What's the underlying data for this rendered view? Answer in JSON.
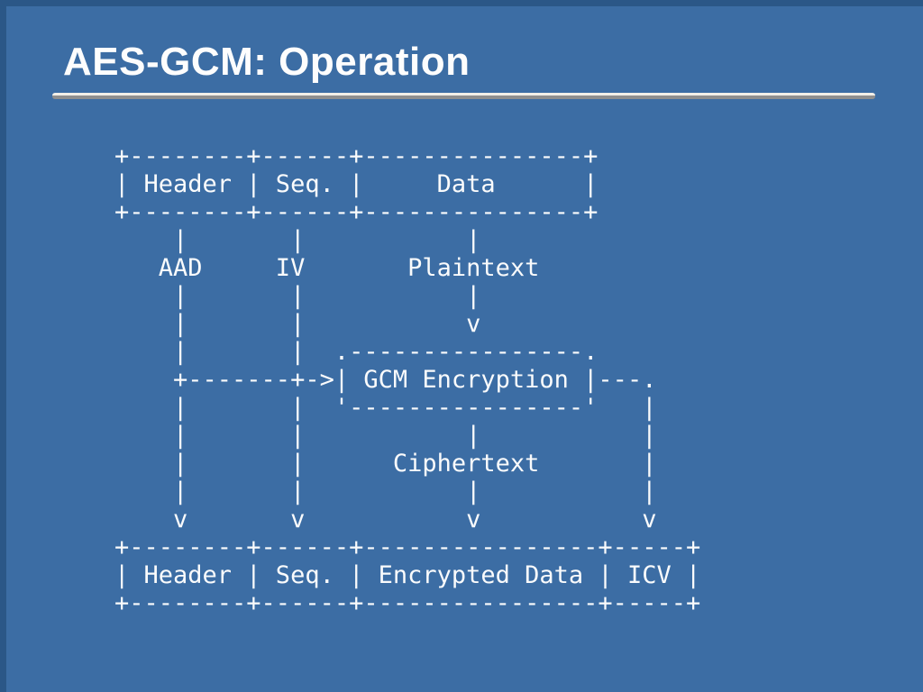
{
  "slide": {
    "title": "AES-GCM: Operation"
  },
  "diagram": {
    "ascii_lines": [
      "+--------+------+---------------+",
      "| Header | Seq. |     Data      |",
      "+--------+------+---------------+",
      "    |       |           |",
      "   AAD     IV       Plaintext",
      "    |       |           |",
      "    |       |           v",
      "    |       |  .----------------.",
      "    +-------+->| GCM Encryption |---.",
      "    |       |  '----------------'   |",
      "    |       |           |           |",
      "    |       |      Ciphertext       |",
      "    |       |           |           |",
      "    v       v           v           v",
      "+--------+------+----------------+-----+",
      "| Header | Seq. | Encrypted Data | ICV |",
      "+--------+------+----------------+-----+"
    ],
    "semantics": {
      "input_packet_fields": [
        "Header",
        "Seq.",
        "Data"
      ],
      "gcm_inputs": [
        "AAD",
        "IV",
        "Plaintext"
      ],
      "process": "GCM Encryption",
      "process_output": "Ciphertext",
      "output_packet_fields": [
        "Header",
        "Seq.",
        "Encrypted Data",
        "ICV"
      ]
    }
  },
  "colors": {
    "background": "#3c6da4",
    "edge_frame": "#2b5787",
    "title_text": "#fdfdfd",
    "diagram_text": "#fafbfc",
    "rule_highlight": "#f2efe8",
    "rule_shadow": "#8f8f8f"
  }
}
